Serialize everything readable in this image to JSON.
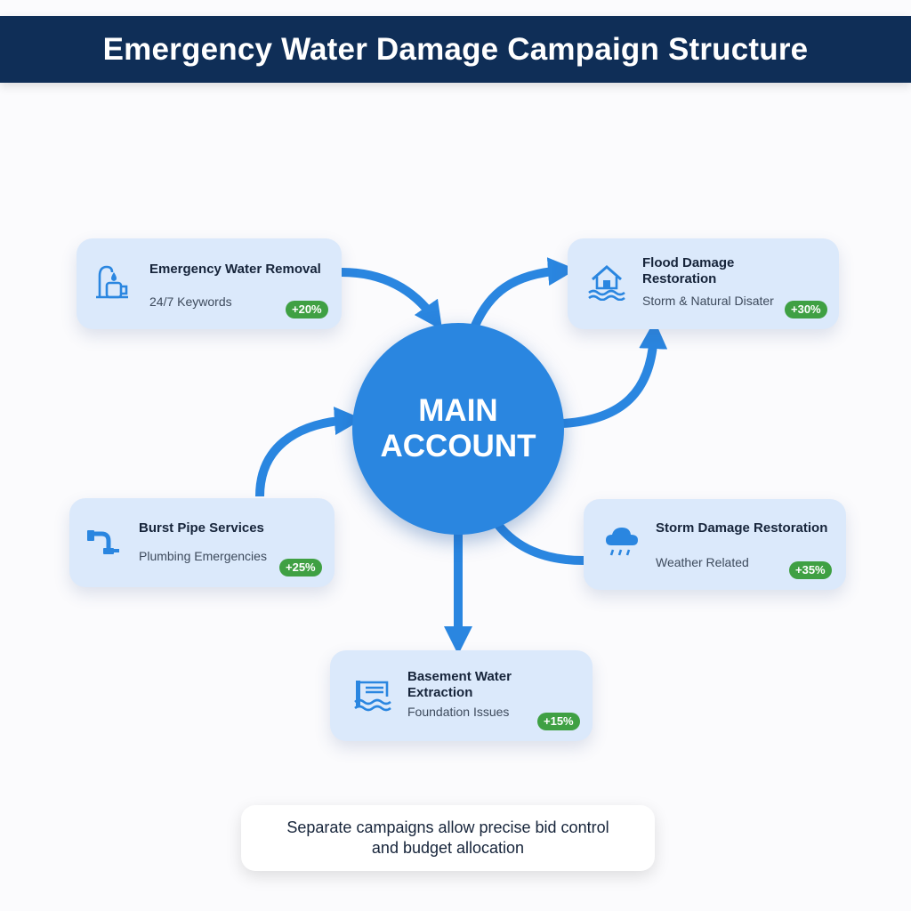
{
  "header": {
    "title": "Emergency Water Damage Campaign Structure"
  },
  "hub": {
    "line1": "MAIN",
    "line2": "ACCOUNT"
  },
  "campaigns": [
    {
      "title": "Emergency Water Removal",
      "subtitle": "24/7 Keywords",
      "badge": "+20%",
      "icon": "water-pump-icon"
    },
    {
      "title_line1": "Flood Damage",
      "title_line2": "Restoration",
      "subtitle": "Storm & Natural Disater",
      "badge": "+30%",
      "icon": "flooded-house-icon"
    },
    {
      "title": "Burst Pipe Services",
      "subtitle": "Plumbing Emergencies",
      "badge": "+25%",
      "icon": "pipe-icon"
    },
    {
      "title": "Storm Damage Restoration",
      "subtitle": "Weather Related",
      "badge": "+35%",
      "icon": "rain-cloud-icon"
    },
    {
      "title_line1": "Basement Water",
      "title_line2": "Extraction",
      "subtitle": "Foundation Issues",
      "badge": "+15%",
      "icon": "basement-water-icon"
    }
  ],
  "note": {
    "line1": "Separate campaigns allow precise bid control",
    "line2": "and budget allocation"
  },
  "colors": {
    "header": "#0f2e57",
    "accent": "#2a86e0",
    "card": "#dbe9fb",
    "badge": "#3fa043"
  }
}
